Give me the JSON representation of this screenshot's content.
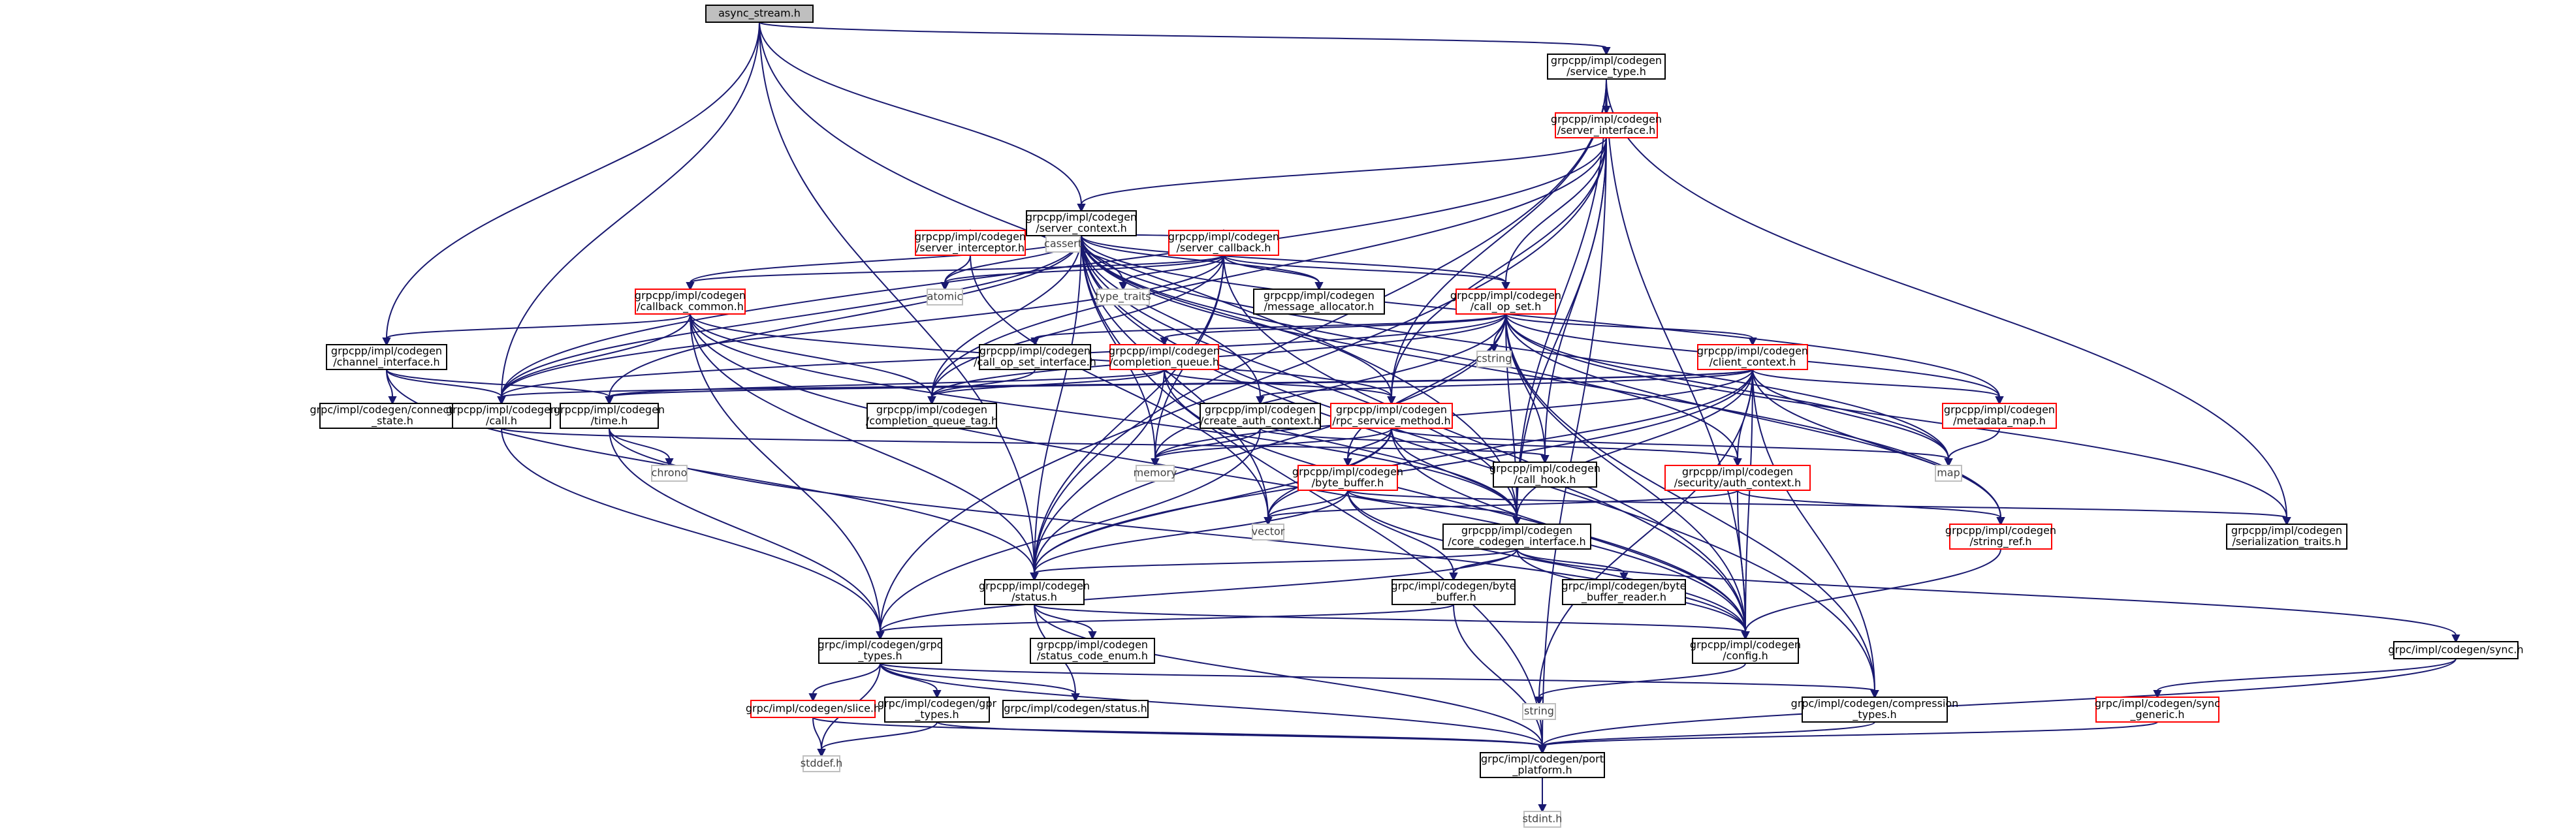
{
  "graph": {
    "root": "async_stream.h",
    "nodes": [
      {
        "id": "async_stream",
        "lines": [
          "async_stream.h"
        ],
        "kind": "root"
      },
      {
        "id": "service_type",
        "lines": [
          "grpcpp/impl/codegen",
          "/service_type.h"
        ],
        "kind": "normal"
      },
      {
        "id": "server_interface",
        "lines": [
          "grpcpp/impl/codegen",
          "/server_interface.h"
        ],
        "kind": "red"
      },
      {
        "id": "server_context",
        "lines": [
          "grpcpp/impl/codegen",
          "/server_context.h"
        ],
        "kind": "normal"
      },
      {
        "id": "server_interceptor",
        "lines": [
          "grpcpp/impl/codegen",
          "/server_interceptor.h"
        ],
        "kind": "red"
      },
      {
        "id": "cassert",
        "lines": [
          "cassert"
        ],
        "kind": "grey"
      },
      {
        "id": "server_callback",
        "lines": [
          "grpcpp/impl/codegen",
          "/server_callback.h"
        ],
        "kind": "red"
      },
      {
        "id": "callback_common",
        "lines": [
          "grpcpp/impl/codegen",
          "/callback_common.h"
        ],
        "kind": "red"
      },
      {
        "id": "atomic",
        "lines": [
          "atomic"
        ],
        "kind": "grey"
      },
      {
        "id": "type_traits",
        "lines": [
          "type_traits"
        ],
        "kind": "grey"
      },
      {
        "id": "message_allocator",
        "lines": [
          "grpcpp/impl/codegen",
          "/message_allocator.h"
        ],
        "kind": "normal"
      },
      {
        "id": "call_op_set",
        "lines": [
          "grpcpp/impl/codegen",
          "/call_op_set.h"
        ],
        "kind": "red"
      },
      {
        "id": "channel_interface",
        "lines": [
          "grpcpp/impl/codegen",
          "/channel_interface.h"
        ],
        "kind": "normal"
      },
      {
        "id": "cstring",
        "lines": [
          "cstring"
        ],
        "kind": "grey"
      },
      {
        "id": "client_context",
        "lines": [
          "grpcpp/impl/codegen",
          "/client_context.h"
        ],
        "kind": "red"
      },
      {
        "id": "call_op_set_interface",
        "lines": [
          "grpcpp/impl/codegen",
          "/call_op_set_interface.h"
        ],
        "kind": "normal"
      },
      {
        "id": "completion_queue",
        "lines": [
          "grpcpp/impl/codegen",
          "/completion_queue.h"
        ],
        "kind": "red"
      },
      {
        "id": "connectivity_state",
        "lines": [
          "grpc/impl/codegen/connectivity",
          "_state.h"
        ],
        "kind": "normal"
      },
      {
        "id": "call",
        "lines": [
          "grpcpp/impl/codegen",
          "/call.h"
        ],
        "kind": "normal"
      },
      {
        "id": "time",
        "lines": [
          "grpcpp/impl/codegen",
          "/time.h"
        ],
        "kind": "normal"
      },
      {
        "id": "completion_queue_tag",
        "lines": [
          "grpcpp/impl/codegen",
          "/completion_queue_tag.h"
        ],
        "kind": "normal"
      },
      {
        "id": "create_auth_context",
        "lines": [
          "grpcpp/impl/codegen",
          "/create_auth_context.h"
        ],
        "kind": "normal"
      },
      {
        "id": "rpc_service_method",
        "lines": [
          "grpcpp/impl/codegen",
          "/rpc_service_method.h"
        ],
        "kind": "red"
      },
      {
        "id": "metadata_map",
        "lines": [
          "grpcpp/impl/codegen",
          "/metadata_map.h"
        ],
        "kind": "red"
      },
      {
        "id": "chrono",
        "lines": [
          "chrono"
        ],
        "kind": "grey"
      },
      {
        "id": "memory",
        "lines": [
          "memory"
        ],
        "kind": "grey"
      },
      {
        "id": "call_hook",
        "lines": [
          "grpcpp/impl/codegen",
          "/call_hook.h"
        ],
        "kind": "normal"
      },
      {
        "id": "map",
        "lines": [
          "map"
        ],
        "kind": "grey"
      },
      {
        "id": "byte_buffer",
        "lines": [
          "grpcpp/impl/codegen",
          "/byte_buffer.h"
        ],
        "kind": "red"
      },
      {
        "id": "auth_context",
        "lines": [
          "grpcpp/impl/codegen",
          "/security/auth_context.h"
        ],
        "kind": "red"
      },
      {
        "id": "vector",
        "lines": [
          "vector"
        ],
        "kind": "grey"
      },
      {
        "id": "core_codegen_interface",
        "lines": [
          "grpcpp/impl/codegen",
          "/core_codegen_interface.h"
        ],
        "kind": "normal"
      },
      {
        "id": "string_ref",
        "lines": [
          "grpcpp/impl/codegen",
          "/string_ref.h"
        ],
        "kind": "red"
      },
      {
        "id": "serialization_traits",
        "lines": [
          "grpcpp/impl/codegen",
          "/serialization_traits.h"
        ],
        "kind": "normal"
      },
      {
        "id": "status",
        "lines": [
          "grpcpp/impl/codegen",
          "/status.h"
        ],
        "kind": "normal"
      },
      {
        "id": "grpc_byte_buffer",
        "lines": [
          "grpc/impl/codegen/byte",
          "_buffer.h"
        ],
        "kind": "normal"
      },
      {
        "id": "byte_buffer_reader",
        "lines": [
          "grpc/impl/codegen/byte",
          "_buffer_reader.h"
        ],
        "kind": "normal"
      },
      {
        "id": "status_code_enum",
        "lines": [
          "grpcpp/impl/codegen",
          "/status_code_enum.h"
        ],
        "kind": "normal"
      },
      {
        "id": "config",
        "lines": [
          "grpcpp/impl/codegen",
          "/config.h"
        ],
        "kind": "normal"
      },
      {
        "id": "sync",
        "lines": [
          "grpc/impl/codegen/sync.h"
        ],
        "kind": "normal"
      },
      {
        "id": "grpc_types",
        "lines": [
          "grpc/impl/codegen/grpc",
          "_types.h"
        ],
        "kind": "normal"
      },
      {
        "id": "slice",
        "lines": [
          "grpc/impl/codegen/slice.h"
        ],
        "kind": "red"
      },
      {
        "id": "gpr_types",
        "lines": [
          "grpc/impl/codegen/gpr",
          "_types.h"
        ],
        "kind": "normal"
      },
      {
        "id": "grpc_status",
        "lines": [
          "grpc/impl/codegen/status.h"
        ],
        "kind": "normal"
      },
      {
        "id": "string",
        "lines": [
          "string"
        ],
        "kind": "grey"
      },
      {
        "id": "compression_types",
        "lines": [
          "grpc/impl/codegen/compression",
          "_types.h"
        ],
        "kind": "normal"
      },
      {
        "id": "sync_generic",
        "lines": [
          "grpc/impl/codegen/sync",
          "_generic.h"
        ],
        "kind": "red"
      },
      {
        "id": "stddef",
        "lines": [
          "stddef.h"
        ],
        "kind": "grey"
      },
      {
        "id": "port_platform",
        "lines": [
          "grpc/impl/codegen/port",
          "_platform.h"
        ],
        "kind": "normal"
      },
      {
        "id": "stdint",
        "lines": [
          "stdint.h"
        ],
        "kind": "grey"
      }
    ],
    "edges": [
      [
        "async_stream",
        "service_type"
      ],
      [
        "async_stream",
        "server_context"
      ],
      [
        "async_stream",
        "channel_interface"
      ],
      [
        "async_stream",
        "call"
      ],
      [
        "async_stream",
        "status"
      ],
      [
        "async_stream",
        "core_codegen_interface"
      ],
      [
        "service_type",
        "server_interface"
      ],
      [
        "service_type",
        "rpc_service_method"
      ],
      [
        "service_type",
        "serialization_traits"
      ],
      [
        "service_type",
        "config"
      ],
      [
        "service_type",
        "status"
      ],
      [
        "service_type",
        "core_codegen_interface"
      ],
      [
        "server_interface",
        "server_context"
      ],
      [
        "server_interface",
        "call"
      ],
      [
        "server_interface",
        "call_hook"
      ],
      [
        "server_interface",
        "completion_queue_tag"
      ],
      [
        "server_interface",
        "rpc_service_method"
      ],
      [
        "server_interface",
        "core_codegen_interface"
      ],
      [
        "server_interface",
        "grpc_types"
      ],
      [
        "server_interface",
        "port_platform"
      ],
      [
        "server_interface",
        "call_op_set"
      ],
      [
        "server_context",
        "server_interceptor"
      ],
      [
        "server_context",
        "cassert"
      ],
      [
        "server_context",
        "server_callback"
      ],
      [
        "server_context",
        "callback_common"
      ],
      [
        "server_context",
        "atomic"
      ],
      [
        "server_context",
        "type_traits"
      ],
      [
        "server_context",
        "message_allocator"
      ],
      [
        "server_context",
        "call_op_set"
      ],
      [
        "server_context",
        "call"
      ],
      [
        "server_context",
        "time"
      ],
      [
        "server_context",
        "completion_queue_tag"
      ],
      [
        "server_context",
        "create_auth_context"
      ],
      [
        "server_context",
        "rpc_service_method"
      ],
      [
        "server_context",
        "metadata_map"
      ],
      [
        "server_context",
        "memory"
      ],
      [
        "server_context",
        "map"
      ],
      [
        "server_context",
        "auth_context"
      ],
      [
        "server_context",
        "vector"
      ],
      [
        "server_context",
        "core_codegen_interface"
      ],
      [
        "server_context",
        "string_ref"
      ],
      [
        "server_context",
        "status"
      ],
      [
        "server_context",
        "config"
      ],
      [
        "server_context",
        "port_platform"
      ],
      [
        "server_context",
        "compression_types"
      ],
      [
        "server_interceptor",
        "atomic"
      ],
      [
        "server_interceptor",
        "vector"
      ],
      [
        "server_callback",
        "callback_common"
      ],
      [
        "server_callback",
        "atomic"
      ],
      [
        "server_callback",
        "type_traits"
      ],
      [
        "server_callback",
        "message_allocator"
      ],
      [
        "server_callback",
        "call_op_set"
      ],
      [
        "server_callback",
        "call"
      ],
      [
        "server_callback",
        "completion_queue_tag"
      ],
      [
        "server_callback",
        "status"
      ],
      [
        "server_callback",
        "config"
      ],
      [
        "server_callback",
        "memory"
      ],
      [
        "callback_common",
        "channel_interface"
      ],
      [
        "callback_common",
        "call"
      ],
      [
        "callback_common",
        "completion_queue_tag"
      ],
      [
        "callback_common",
        "status"
      ],
      [
        "callback_common",
        "config"
      ],
      [
        "callback_common",
        "grpc_types"
      ],
      [
        "callback_common",
        "core_codegen_interface"
      ],
      [
        "callback_common",
        "rpc_service_method"
      ],
      [
        "call_op_set",
        "call_op_set_interface"
      ],
      [
        "call_op_set",
        "cstring"
      ],
      [
        "call_op_set",
        "client_context"
      ],
      [
        "call_op_set",
        "completion_queue"
      ],
      [
        "call_op_set",
        "call"
      ],
      [
        "call_op_set",
        "completion_queue_tag"
      ],
      [
        "call_op_set",
        "call_hook"
      ],
      [
        "call_op_set",
        "byte_buffer"
      ],
      [
        "call_op_set",
        "core_codegen_interface"
      ],
      [
        "call_op_set",
        "serialization_traits"
      ],
      [
        "call_op_set",
        "status"
      ],
      [
        "call_op_set",
        "config"
      ],
      [
        "call_op_set",
        "map"
      ],
      [
        "call_op_set",
        "string_ref"
      ],
      [
        "call_op_set",
        "memory"
      ],
      [
        "call_op_set",
        "compression_types"
      ],
      [
        "call_op_set",
        "metadata_map"
      ],
      [
        "channel_interface",
        "connectivity_state"
      ],
      [
        "channel_interface",
        "call"
      ],
      [
        "channel_interface",
        "time"
      ],
      [
        "channel_interface",
        "status"
      ],
      [
        "client_context",
        "time"
      ],
      [
        "client_context",
        "memory"
      ],
      [
        "client_context",
        "map"
      ],
      [
        "client_context",
        "metadata_map"
      ],
      [
        "client_context",
        "auth_context"
      ],
      [
        "client_context",
        "vector"
      ],
      [
        "client_context",
        "core_codegen_interface"
      ],
      [
        "client_context",
        "string_ref"
      ],
      [
        "client_context",
        "status"
      ],
      [
        "client_context",
        "config"
      ],
      [
        "client_context",
        "string"
      ],
      [
        "client_context",
        "compression_types"
      ],
      [
        "client_context",
        "create_auth_context"
      ],
      [
        "client_context",
        "call"
      ],
      [
        "call_op_set_interface",
        "completion_queue_tag"
      ],
      [
        "completion_queue",
        "completion_queue_tag"
      ],
      [
        "completion_queue",
        "time"
      ],
      [
        "completion_queue",
        "rpc_service_method"
      ],
      [
        "completion_queue",
        "status"
      ],
      [
        "completion_queue",
        "core_codegen_interface"
      ],
      [
        "completion_queue",
        "config"
      ],
      [
        "call",
        "call_hook"
      ],
      [
        "call",
        "grpc_types"
      ],
      [
        "time",
        "chrono"
      ],
      [
        "time",
        "config"
      ],
      [
        "time",
        "grpc_types"
      ],
      [
        "create_auth_context",
        "memory"
      ],
      [
        "create_auth_context",
        "auth_context"
      ],
      [
        "create_auth_context",
        "grpc_types"
      ],
      [
        "rpc_service_method",
        "memory"
      ],
      [
        "rpc_service_method",
        "byte_buffer"
      ],
      [
        "rpc_service_method",
        "vector"
      ],
      [
        "rpc_service_method",
        "map"
      ],
      [
        "rpc_service_method",
        "status"
      ],
      [
        "rpc_service_method",
        "config"
      ],
      [
        "rpc_service_method",
        "core_codegen_interface"
      ],
      [
        "metadata_map",
        "map"
      ],
      [
        "byte_buffer",
        "vector"
      ],
      [
        "byte_buffer",
        "core_codegen_interface"
      ],
      [
        "byte_buffer",
        "serialization_traits"
      ],
      [
        "byte_buffer",
        "status"
      ],
      [
        "byte_buffer",
        "config"
      ],
      [
        "byte_buffer",
        "grpc_byte_buffer"
      ],
      [
        "auth_context",
        "vector"
      ],
      [
        "auth_context",
        "string_ref"
      ],
      [
        "auth_context",
        "config"
      ],
      [
        "core_codegen_interface",
        "status"
      ],
      [
        "core_codegen_interface",
        "grpc_byte_buffer"
      ],
      [
        "core_codegen_interface",
        "byte_buffer_reader"
      ],
      [
        "core_codegen_interface",
        "config"
      ],
      [
        "core_codegen_interface",
        "sync"
      ],
      [
        "core_codegen_interface",
        "grpc_types"
      ],
      [
        "string_ref",
        "config"
      ],
      [
        "status",
        "status_code_enum"
      ],
      [
        "status",
        "config"
      ],
      [
        "status",
        "grpc_status"
      ],
      [
        "status",
        "port_platform"
      ],
      [
        "grpc_byte_buffer",
        "grpc_types"
      ],
      [
        "grpc_byte_buffer",
        "port_platform"
      ],
      [
        "config",
        "string"
      ],
      [
        "sync",
        "sync_generic"
      ],
      [
        "sync",
        "port_platform"
      ],
      [
        "grpc_types",
        "slice"
      ],
      [
        "grpc_types",
        "gpr_types"
      ],
      [
        "grpc_types",
        "grpc_status"
      ],
      [
        "grpc_types",
        "compression_types"
      ],
      [
        "grpc_types",
        "port_platform"
      ],
      [
        "grpc_types",
        "stddef"
      ],
      [
        "slice",
        "stddef"
      ],
      [
        "slice",
        "port_platform"
      ],
      [
        "gpr_types",
        "stddef"
      ],
      [
        "gpr_types",
        "port_platform"
      ],
      [
        "compression_types",
        "port_platform"
      ],
      [
        "sync_generic",
        "port_platform"
      ],
      [
        "port_platform",
        "stdint"
      ]
    ]
  }
}
